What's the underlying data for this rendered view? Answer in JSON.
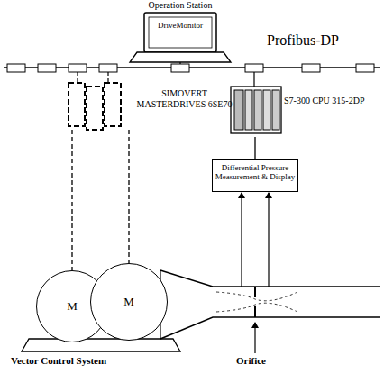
{
  "diagram": {
    "nodes": [
      {
        "text": [
          "Operation Station",
          "DriveMonitor"
        ]
      },
      {
        "text": [
          "SIMOVERT MASTERDRIVES 6SE70"
        ]
      },
      {
        "text": [
          "S7-300 CPU 315-2DP"
        ]
      },
      {
        "text": [
          "Differential Pressure Measurement & Display"
        ]
      },
      {
        "text": [
          "M"
        ]
      },
      {
        "text": [
          "M"
        ]
      }
    ],
    "edges": [
      {
        "from": 1,
        "to": 4,
        "arrow": "none"
      },
      {
        "from": 1,
        "to": 5,
        "arrow": "none"
      },
      {
        "from": 2,
        "to": 3,
        "arrow": "none"
      }
    ],
    "labels": [
      "Profibus-DP",
      "Vector Control System",
      "Orifice"
    ]
  }
}
